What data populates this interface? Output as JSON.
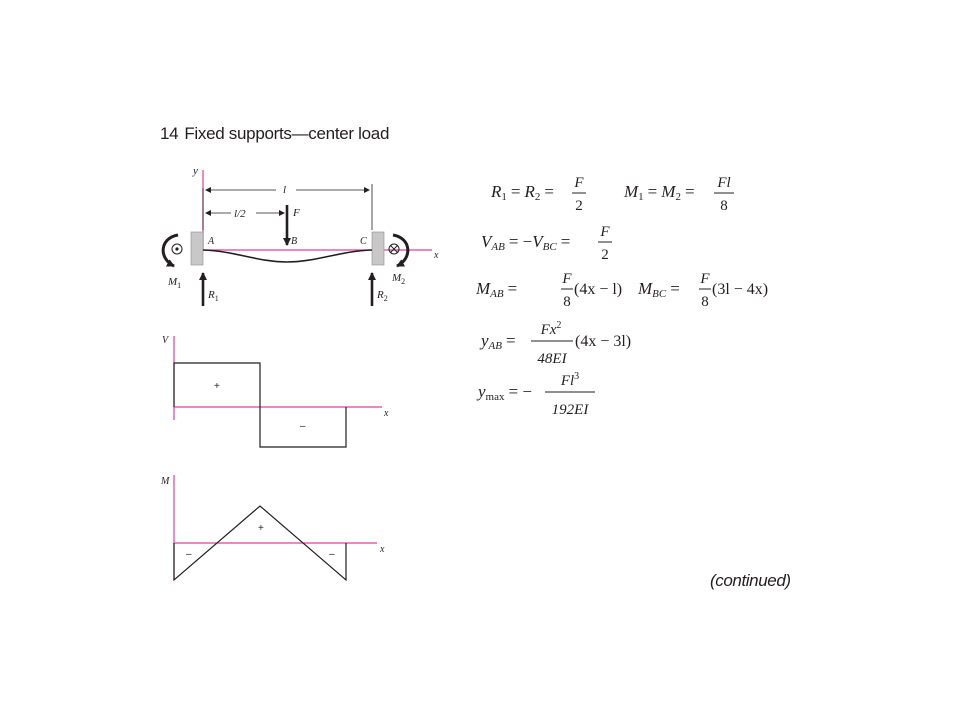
{
  "heading": {
    "number": "14",
    "title": "Fixed supports—center load"
  },
  "beam_diagram": {
    "axis_y": "y",
    "axis_x": "x",
    "span_label": "l",
    "half_span_label": "l/2",
    "load_label": "F",
    "point_a": "A",
    "point_b": "B",
    "point_c": "C",
    "moment_left_label": "M",
    "moment_left_sub": "1",
    "moment_right_label": "M",
    "moment_right_sub": "2",
    "reaction_left_label": "R",
    "reaction_left_sub": "1",
    "reaction_right_label": "R",
    "reaction_right_sub": "2"
  },
  "shear_diagram": {
    "axis_label": "V",
    "axis_x": "x",
    "sign_pos": "+",
    "sign_neg": "–"
  },
  "moment_diagram": {
    "axis_label": "M",
    "axis_x": "x",
    "sign_pos": "+",
    "sign_neg_left": "–",
    "sign_neg_right": "–"
  },
  "equations": {
    "eq1_r1": "R",
    "eq1_sub1": "1",
    "eq1_eq": "=",
    "eq1_r2": "R",
    "eq1_sub2": "2",
    "eq1_eq2": "=",
    "eq1_num": "F",
    "eq1_den": "2",
    "eq1b_m1": "M",
    "eq1b_sub1": "1",
    "eq1b_eq": "=",
    "eq1b_m2": "M",
    "eq1b_sub2": "2",
    "eq1b_eq2": "=",
    "eq1b_num": "Fl",
    "eq1b_den": "8",
    "eq2_v": "V",
    "eq2_sub": "AB",
    "eq2_mid": "= −",
    "eq2_v2": "V",
    "eq2_sub2": "BC",
    "eq2_eq": "=",
    "eq2_num": "F",
    "eq2_den": "2",
    "eq3_m": "M",
    "eq3_sub": "AB",
    "eq3_eq": "=",
    "eq3_num": "F",
    "eq3_den": "8",
    "eq3_tail": "(4x − l)",
    "eq3b_m": "M",
    "eq3b_sub": "BC",
    "eq3b_eq": "=",
    "eq3b_num": "F",
    "eq3b_den": "8",
    "eq3b_tail": "(3l − 4x)",
    "eq4_y": "y",
    "eq4_sub": "AB",
    "eq4_eq": "=",
    "eq4_num_base": "Fx",
    "eq4_num_exp": "2",
    "eq4_den": "48EI",
    "eq4_tail": "(4x − 3l)",
    "eq5_y": "y",
    "eq5_sub": "max",
    "eq5_eq": "= −",
    "eq5_num_base": "Fl",
    "eq5_num_exp": "3",
    "eq5_den": "192EI"
  },
  "continued": "(continued)"
}
